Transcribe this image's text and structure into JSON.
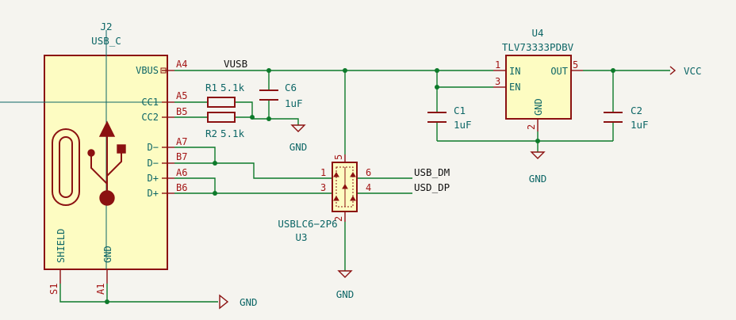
{
  "colors": {
    "background": "#f5f4ef",
    "wire": "#0d7a2a",
    "symbol_outline": "#8b1111",
    "symbol_fill": "#fdfcc2",
    "reference_text": "#0d6666",
    "pin_number_text": "#a31515",
    "net_label_text": "#111111"
  },
  "j2": {
    "ref": "J2",
    "value": "USB_C",
    "icon": "usb-trident-icon",
    "pins": {
      "vbus": {
        "name": "VBUS",
        "num": "A4"
      },
      "cc1": {
        "name": "CC1",
        "num": "A5"
      },
      "cc2": {
        "name": "CC2",
        "num": "B5"
      },
      "dm1": {
        "name": "D−",
        "num": "A7"
      },
      "dm2": {
        "name": "D−",
        "num": "B7"
      },
      "dp1": {
        "name": "D+",
        "num": "A6"
      },
      "dp2": {
        "name": "D+",
        "num": "B6"
      },
      "shield": {
        "name": "SHIELD",
        "num": "S1"
      },
      "gnd": {
        "name": "GND",
        "num": "A1"
      }
    }
  },
  "r1": {
    "ref": "R1",
    "value": "5.1k"
  },
  "r2": {
    "ref": "R2",
    "value": "5.1k"
  },
  "c6": {
    "ref": "C6",
    "value": "1uF"
  },
  "c1": {
    "ref": "C1",
    "value": "1uF"
  },
  "c2": {
    "ref": "C2",
    "value": "1uF"
  },
  "u3": {
    "ref": "U3",
    "value": "USBLC6−2P6",
    "pins": {
      "p1": "1",
      "p3": "3",
      "p4": "4",
      "p5": "5",
      "p6": "6",
      "p2": "2"
    }
  },
  "u4": {
    "ref": "U4",
    "value": "TLV73333PDBV",
    "pins": {
      "in": {
        "name": "IN",
        "num": "1"
      },
      "en": {
        "name": "EN",
        "num": "3"
      },
      "out": {
        "name": "OUT",
        "num": "5"
      },
      "gnd": {
        "name": "GND",
        "num": "2"
      }
    }
  },
  "nets": {
    "vusb": "VUSB",
    "vcc": "VCC",
    "usb_dm": "USB_DM",
    "usb_dp": "USD_DP",
    "gnd_label": "GND"
  }
}
